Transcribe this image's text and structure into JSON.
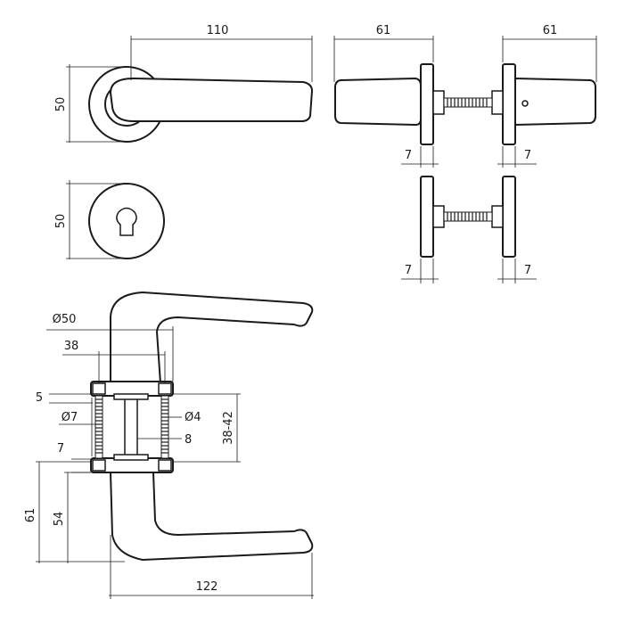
{
  "colors": {
    "line": "#1a1a1a",
    "background": "#ffffff"
  },
  "dimensions": {
    "lever_rose_top": {
      "length": "110",
      "height": "50"
    },
    "escutcheon": {
      "height": "50"
    },
    "side_view_top": {
      "left_length": "61",
      "right_length": "61",
      "left_thickness": "7",
      "right_thickness": "7"
    },
    "side_view_bottom": {
      "left_thickness": "7",
      "right_thickness": "7"
    },
    "assembly": {
      "rose_diameter": "Ø50",
      "screw_spacing": "38",
      "plate_thickness": "5",
      "pin_diameter": "Ø7",
      "screw_diameter": "Ø4",
      "spindle_size": "8",
      "door_thickness_range": "38-42",
      "rose_offset": "7",
      "total_height": "61",
      "lever_height": "54",
      "lever_length": "122"
    }
  }
}
